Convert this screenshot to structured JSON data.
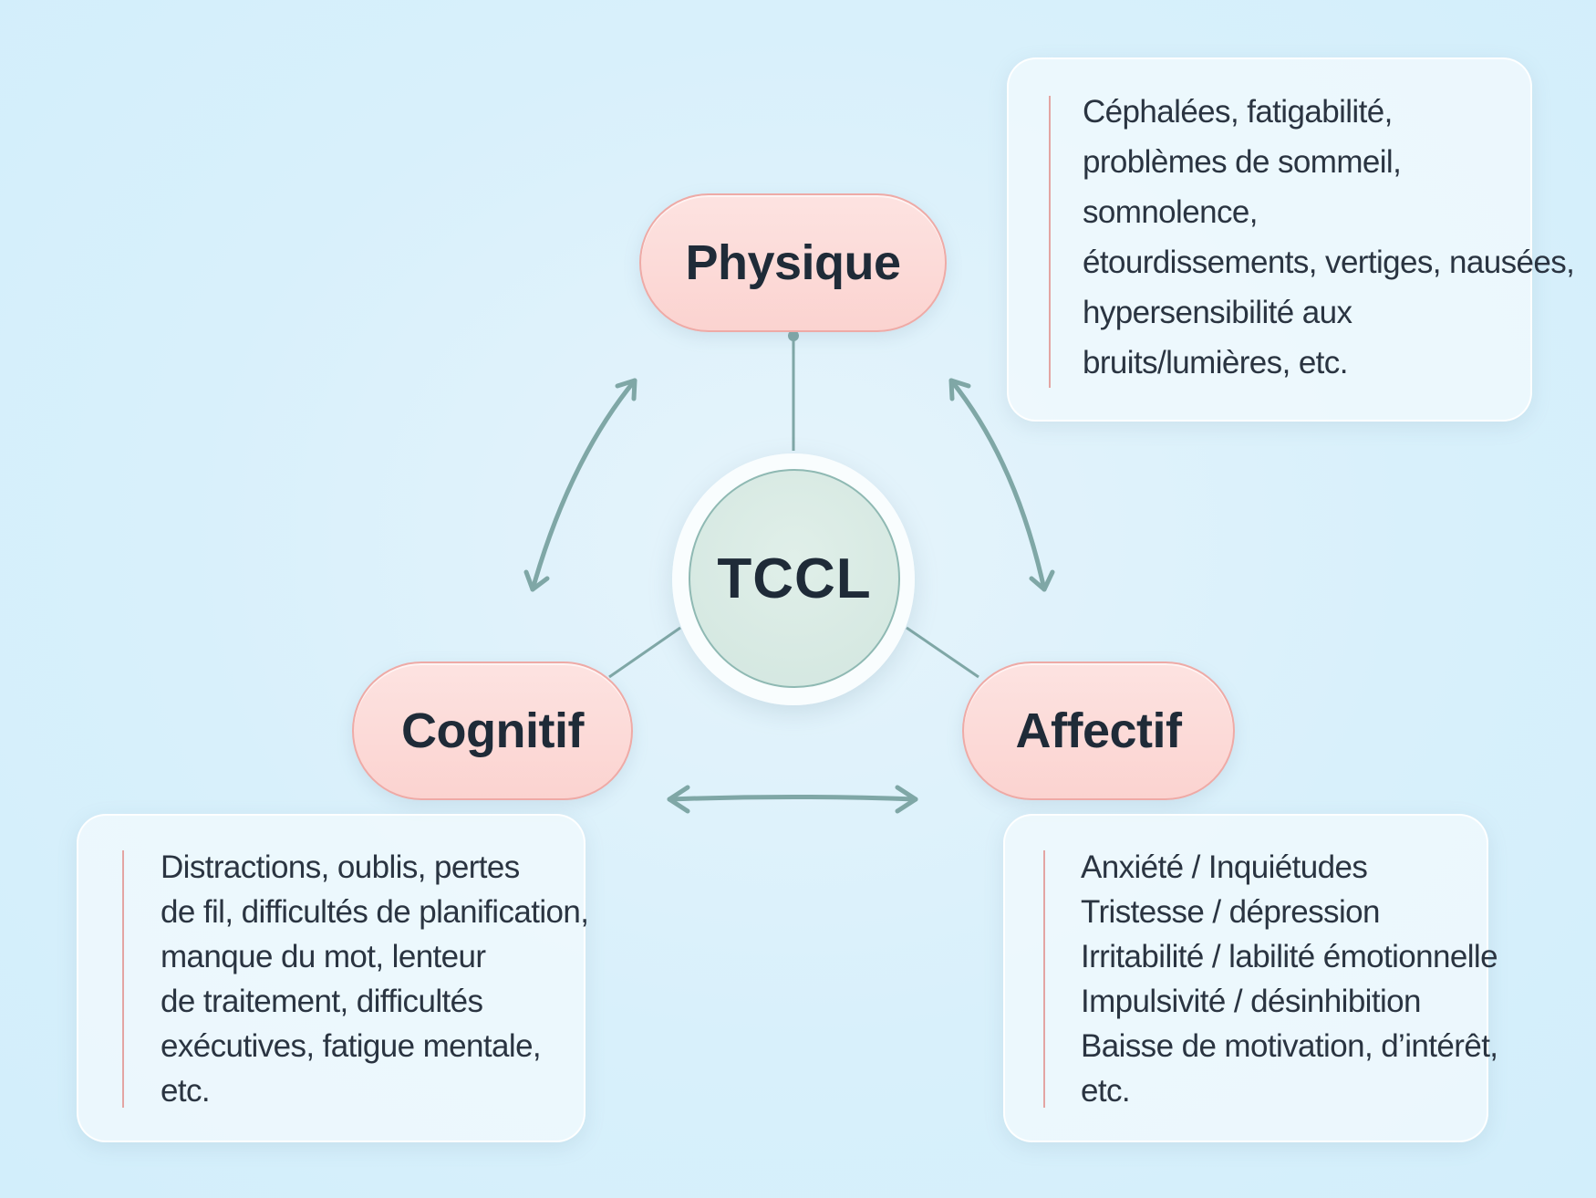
{
  "center": {
    "label": "TCCL"
  },
  "nodes": {
    "physique": {
      "label": "Physique"
    },
    "cognitif": {
      "label": "Cognitif"
    },
    "affectif": {
      "label": "Affectif"
    }
  },
  "descriptions": {
    "physique": [
      "Céphalées, fatigabilité,",
      "problèmes de sommeil,",
      "somnolence,",
      "étourdissements, vertiges, nausées,",
      "hypersensibilité aux",
      "bruits/lumières, etc."
    ],
    "cognitif": [
      "Distractions, oublis, pertes",
      "de fil, difficultés de planification,",
      "manque du mot, lenteur",
      "de traitement, difficultés",
      "exécutives, fatigue mentale,",
      "etc."
    ],
    "affectif": [
      "Anxiété / Inquiétudes",
      "Tristesse / dépression",
      "Irritabilité / labilité émotionnelle",
      "Impulsivité / désinhibition",
      "Baisse de motivation, d’intérêt,",
      "etc."
    ]
  },
  "colors": {
    "background": "#d8f0fb",
    "node_fill": "#fbd3d0",
    "node_border": "#eeaaa6",
    "center_fill": "#d6e9e2",
    "center_border": "#8fb9b3",
    "connector": "#7fa7a6",
    "accent_line": "#e3a5a3",
    "text": "#1f2b38"
  }
}
